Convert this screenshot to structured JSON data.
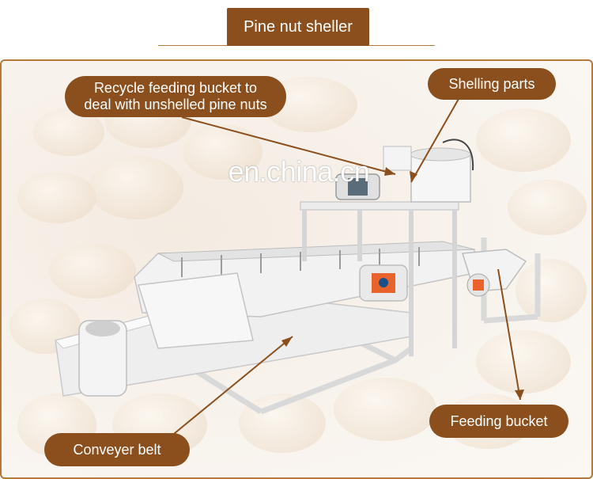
{
  "header": {
    "title": "Pine nut sheller"
  },
  "watermark": {
    "text": "en.china.cn"
  },
  "callouts": {
    "recycle_line1": "Recycle feeding bucket to",
    "recycle_line2": "deal with unshelled pine nuts",
    "shelling": "Shelling parts",
    "feeding": "Feeding bucket",
    "conveyer": "Conveyer belt"
  },
  "colors": {
    "callout_fill": "#8b4f1d",
    "frame": "#b5793a",
    "machine": "#f2f2f2",
    "machine_shadow": "#cfcfcf",
    "motor": "#e8622c"
  }
}
